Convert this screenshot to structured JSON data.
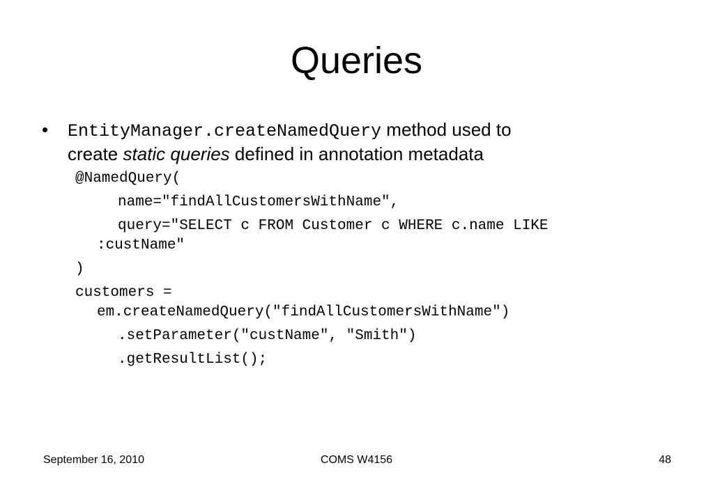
{
  "slide": {
    "title": "Queries",
    "bullet": {
      "symbol": "•",
      "code_class": "EntityManager.createNamedQuery",
      "text_after_code": " method used to",
      "line2_prefix": "create ",
      "line2_italic": "static queries",
      "line2_suffix": " defined in annotation metadata"
    },
    "code_lines": [
      "@NamedQuery(",
      "name=\"findAllCustomersWithName\",",
      "query=\"SELECT c FROM Customer c WHERE c.name LIKE",
      ":custName\"",
      ")",
      "customers =",
      "em.createNamedQuery(\"findAllCustomersWithName\")",
      ".setParameter(\"custName\", \"Smith\")",
      ".getResultList();"
    ]
  },
  "footer": {
    "date": "September 16, 2010",
    "course": "COMS W4156",
    "page_number": "48"
  }
}
